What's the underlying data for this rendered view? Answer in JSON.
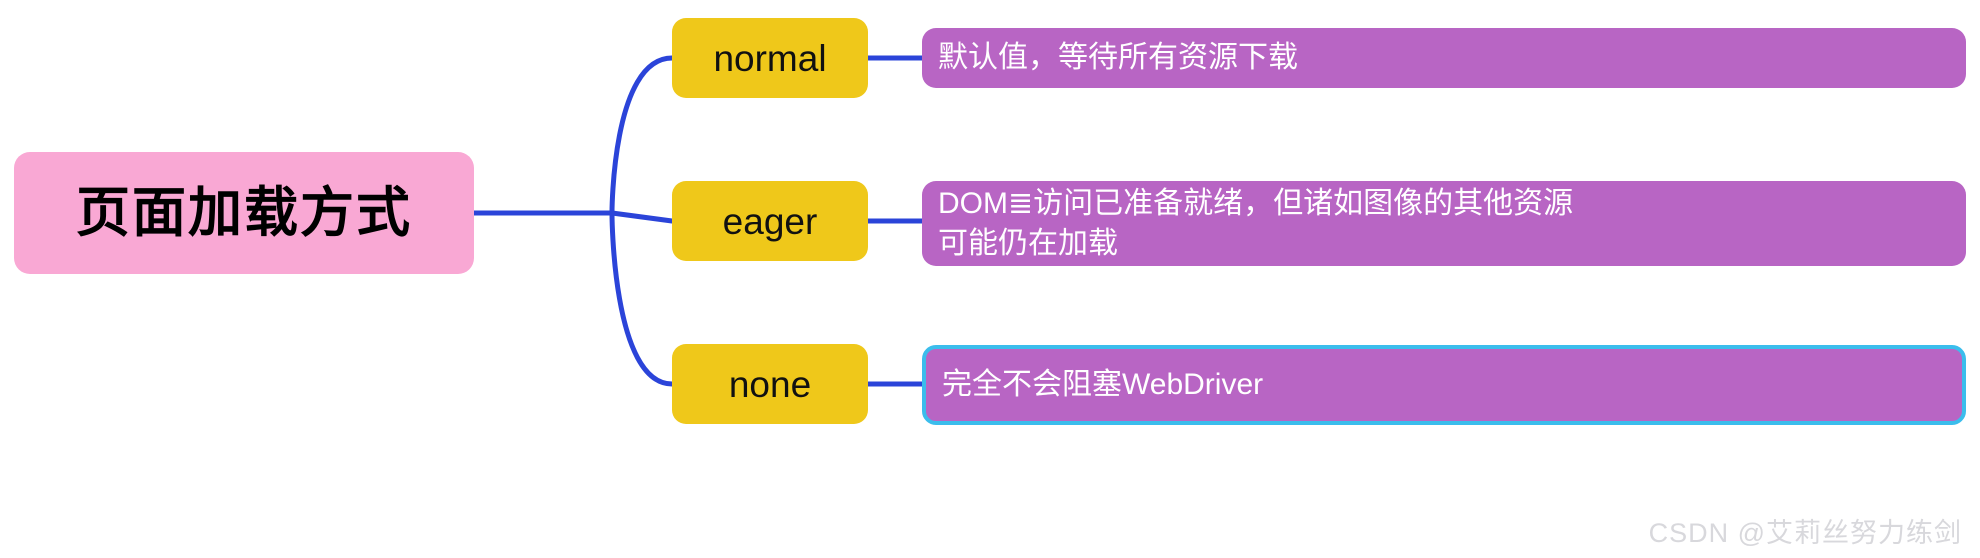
{
  "diagram": {
    "type": "mind-map",
    "background_color": "#FFFFFF",
    "root": {
      "label": "页面加载方式",
      "fill_color": "#F9A8D4",
      "text_color": "#000000"
    },
    "connector_color": "#2B44D9",
    "branches": [
      {
        "id": "normal",
        "label": "normal",
        "fill_color": "#EFC81A",
        "text_color": "#111111",
        "leaf": {
          "label": "默认值，等待所有资源下载",
          "fill_color": "#B865C4",
          "text_color": "#FFFFFF",
          "border_color": "none"
        }
      },
      {
        "id": "eager",
        "label": "eager",
        "fill_color": "#EFC81A",
        "text_color": "#111111",
        "leaf": {
          "label": "DOM≣访问已准备就绪，但诸如图像的其他资源\n可能仍在加载",
          "fill_color": "#B865C4",
          "text_color": "#FFFFFF",
          "border_color": "none"
        }
      },
      {
        "id": "none",
        "label": "none",
        "fill_color": "#EFC81A",
        "text_color": "#111111",
        "leaf": {
          "label": "完全不会阻塞WebDriver",
          "fill_color": "#B865C4",
          "text_color": "#FFFFFF",
          "border_color": "#3BBDEC"
        }
      }
    ]
  },
  "watermark": {
    "text": "CSDN @艾莉丝努力练剑",
    "color": "#D8D8DC"
  }
}
